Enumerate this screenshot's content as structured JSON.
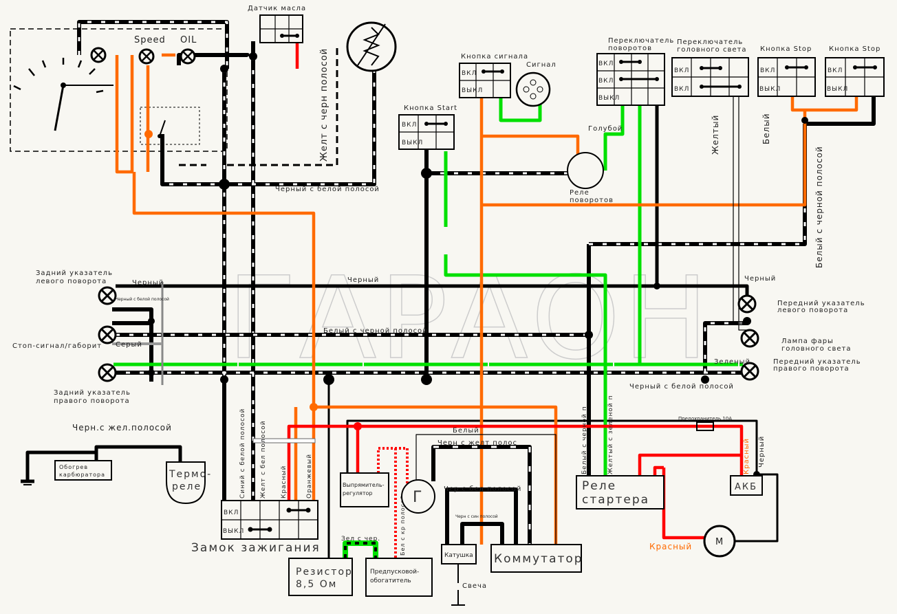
{
  "watermark": "ГАРАОН",
  "colors": {
    "background": "#f8f7f2",
    "red": "#ff0000",
    "orange": "#ff6a00",
    "green": "#00e000",
    "black": "#000000"
  },
  "components": {
    "cluster": {
      "speed": "Speed",
      "oil": "OIL"
    },
    "oil_sensor": "Датчик масла",
    "horn_button": "Кнопка сигнала",
    "horn": "Сигнал",
    "start_button": "Кнопка Start",
    "turn_relay": [
      "Реле",
      "поворотов"
    ],
    "turn_switch": [
      "Переключатель",
      "поворотов"
    ],
    "headlight_switch": [
      "Переключатель",
      "головного света"
    ],
    "stop_button_1": "Кнопка Stop",
    "stop_button_2": "Кнопка Stop",
    "rear_left_turn": [
      "Задний указатель",
      "левого поворота"
    ],
    "stop_light": "Стоп-сигнал/габорит",
    "rear_right_turn": [
      "Задний указатель",
      "правого поворота"
    ],
    "front_left_turn": [
      "Передний указатель",
      "левого поворота"
    ],
    "headlamp": [
      "Лампа фары",
      "головного света"
    ],
    "front_right_turn": [
      "Передний указатель",
      "правого поворота"
    ],
    "carb_heater": [
      "Обогрев",
      "карбюратора"
    ],
    "thermo_relay": [
      "Термо-",
      "реле"
    ],
    "ignition_lock": "Замок зажигания",
    "resistor": [
      "Резистор",
      "8,5 Ом"
    ],
    "rectifier": [
      "Выпрямитель-",
      "регулятор"
    ],
    "generator": "Г",
    "choke": [
      "Предпусковой-",
      "обогатитель"
    ],
    "coil": "Катушка",
    "spark_plug": "Свеча",
    "commutator": "Коммутатор",
    "starter_relay": [
      "Реле",
      "стартера"
    ],
    "battery": "АКБ",
    "motor": "М",
    "fuse": "Предохранитель 10А"
  },
  "switch_labels": {
    "on": "ВКЛ",
    "off": "ВЫКЛ"
  },
  "wires": {
    "yellow_black": "Желт с черн полосой",
    "black_white_1": "Черный с белой полосой",
    "blue": "Голубой",
    "yellow": "Желтый",
    "white": "Белый",
    "white_black_v": "Белый с черной полосой",
    "black_top": "Черный",
    "black_left": "Черный",
    "black_white_small": "Черный с белой полосой",
    "white_black": "Белый с черной полосой",
    "grey": "Серый",
    "black_right": "Черный",
    "green": "Зеленый",
    "black_white_2": "Черный с белой полосой",
    "black_yellow": "Черн.с жел.полосой",
    "blue_white": "Синий с белой полосой",
    "yellow_white": "Желт с бел полосой",
    "red_lock": "Красный",
    "orange_lock": "Оранжевый",
    "white_gen": "Белый",
    "black_yellow_gen": "Черн с желт полос",
    "black_white_coil": "Чер с бел полосой",
    "black_blue": "Черн с син полосой",
    "green_red": "Зел с чер.",
    "white_red": "Бел с кр полосой",
    "white_black_relay": "Белый с черной п",
    "yellow_green": "Желтый с зеленой п",
    "red_batt": "Красный",
    "black_batt": "Черный",
    "red_motor": "Красный"
  }
}
